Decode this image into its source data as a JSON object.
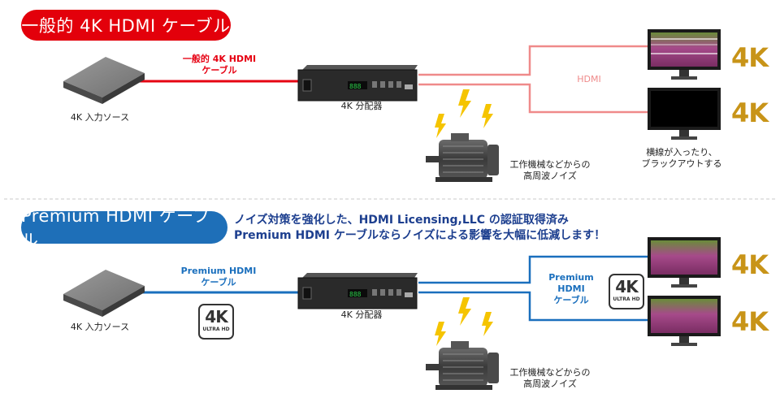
{
  "top": {
    "title": "一般的 4K HDMI ケーブル",
    "title_color": "#e3000b",
    "cable_label": [
      "一般的 4K HDMI",
      "ケーブル"
    ],
    "source_label": "4K 入力ソース",
    "splitter_label": "4K 分配器",
    "hdmi_label": "HDMI",
    "noise_label": [
      "工作機械などからの",
      "高周波ノイズ"
    ],
    "result_label": [
      "横線が入ったり、",
      "ブラックアウトする"
    ],
    "badge_4k": [
      "4K",
      "4K"
    ]
  },
  "bottom": {
    "title": "Premium HDMI ケーブル",
    "title_color": "#1e6fb8",
    "message": [
      "ノイズ対策を強化した、HDMI Licensing,LLC の認証取得済み",
      "Premium HDMI ケーブルならノイズによる影響を大幅に低減します！"
    ],
    "cable_label": [
      "Premium HDMI",
      "ケーブル"
    ],
    "cable_label_right": [
      "Premium",
      "HDMI",
      "ケーブル"
    ],
    "source_label": "4K 入力ソース",
    "splitter_label": "4K 分配器",
    "noise_label": [
      "工作機械などからの",
      "高周波ノイズ"
    ],
    "logo_4k": "4K",
    "logo_sub": "ULTRA HD",
    "badge_4k": [
      "4K",
      "4K"
    ]
  },
  "colors": {
    "red_cable": "#e60012",
    "pink_cable": "#ef8a8a",
    "blue_cable": "#1a6fbd",
    "gold": "#c89418"
  }
}
